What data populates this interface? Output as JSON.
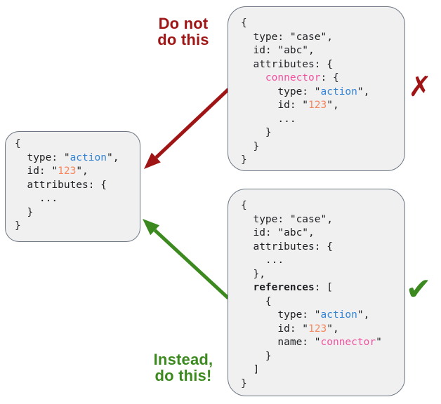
{
  "colors": {
    "red": "#9f1414",
    "green": "#3c8a1f",
    "blue": "#3484d4",
    "orange": "#f6875f",
    "pink": "#f153a0",
    "box_bg": "#f0f0f1",
    "box_border": "#6d7683",
    "code_text": "#1f2023"
  },
  "labels": {
    "dont": {
      "line1": "Do not",
      "line2": "do this"
    },
    "instead": {
      "line1": "Instead,",
      "line2": "do this!"
    }
  },
  "marks": {
    "cross": "✗",
    "check": "✔"
  },
  "code_boxes": {
    "target": {
      "lines": [
        [
          {
            "t": "{"
          }
        ],
        [
          {
            "t": "  type: \""
          },
          {
            "t": "action",
            "c": "blue"
          },
          {
            "t": "\","
          }
        ],
        [
          {
            "t": "  id: \""
          },
          {
            "t": "123",
            "c": "orange"
          },
          {
            "t": "\","
          }
        ],
        [
          {
            "t": "  attributes: {"
          }
        ],
        [
          {
            "t": "    ..."
          }
        ],
        [
          {
            "t": "  }"
          }
        ],
        [
          {
            "t": "}"
          }
        ]
      ]
    },
    "bad": {
      "lines": [
        [
          {
            "t": "{"
          }
        ],
        [
          {
            "t": "  type: \"case\","
          }
        ],
        [
          {
            "t": "  id: \"abc\","
          }
        ],
        [
          {
            "t": "  attributes: {"
          }
        ],
        [
          {
            "t": "    "
          },
          {
            "t": "connector",
            "c": "pink"
          },
          {
            "t": ": {"
          }
        ],
        [
          {
            "t": "      type: \""
          },
          {
            "t": "action",
            "c": "blue"
          },
          {
            "t": "\","
          }
        ],
        [
          {
            "t": "      id: \""
          },
          {
            "t": "123",
            "c": "orange"
          },
          {
            "t": "\","
          }
        ],
        [
          {
            "t": "      ..."
          }
        ],
        [
          {
            "t": "    }"
          }
        ],
        [
          {
            "t": "  }"
          }
        ],
        [
          {
            "t": "}"
          }
        ]
      ]
    },
    "good": {
      "lines": [
        [
          {
            "t": "{"
          }
        ],
        [
          {
            "t": "  type: \"case\","
          }
        ],
        [
          {
            "t": "  id: \"abc\","
          }
        ],
        [
          {
            "t": "  attributes: {"
          }
        ],
        [
          {
            "t": "    ..."
          }
        ],
        [
          {
            "t": "  },"
          }
        ],
        [
          {
            "t": "  "
          },
          {
            "t": "references",
            "b": true
          },
          {
            "t": ": ["
          }
        ],
        [
          {
            "t": "    {"
          }
        ],
        [
          {
            "t": "      type: \""
          },
          {
            "t": "action",
            "c": "blue"
          },
          {
            "t": "\","
          }
        ],
        [
          {
            "t": "      id: \""
          },
          {
            "t": "123",
            "c": "orange"
          },
          {
            "t": "\","
          }
        ],
        [
          {
            "t": "      name: \""
          },
          {
            "t": "connector",
            "c": "pink"
          },
          {
            "t": "\""
          }
        ],
        [
          {
            "t": "    }"
          }
        ],
        [
          {
            "t": "  ]"
          }
        ],
        [
          {
            "t": "}"
          }
        ]
      ]
    }
  }
}
